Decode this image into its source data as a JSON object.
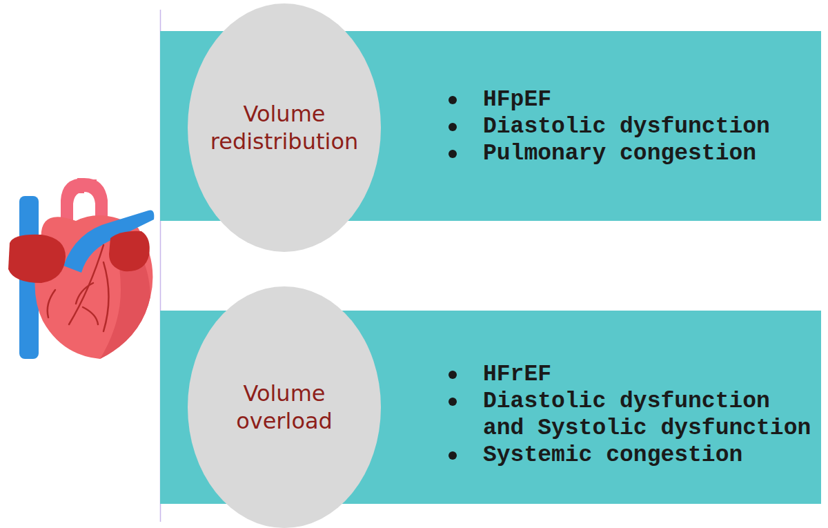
{
  "diagram": {
    "nodes": [
      {
        "text": [
          "Volume redistribution"
        ]
      },
      {
        "text": [
          "HFpEF",
          "Diastolic dysfunction",
          "Pulmonary congestion"
        ]
      },
      {
        "text": [
          "Volume overload"
        ]
      },
      {
        "text": [
          "HFrEF",
          "Diastolic dysfunction and Systolic dysfunction",
          "Systemic congestion"
        ]
      }
    ]
  }
}
